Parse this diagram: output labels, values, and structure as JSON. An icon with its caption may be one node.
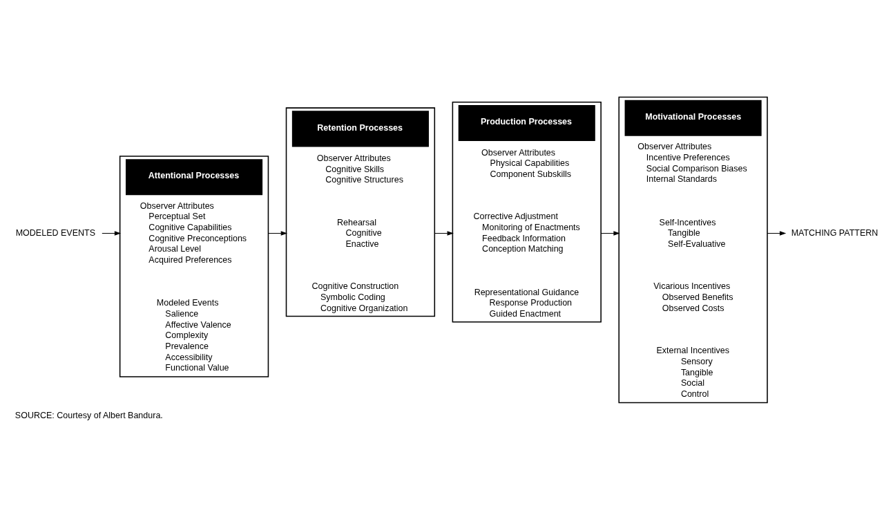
{
  "diagram": {
    "caption": "SOURCE: Courtesy of Albert Bandura.",
    "nodes": [
      {
        "text": [
          "MODELED EVENTS"
        ]
      },
      {
        "text": [
          "Attentional Processes"
        ]
      },
      {
        "text": [
          "Modeled Events",
          "Salience",
          "Affective Valence",
          "Complexity",
          "Prevalence",
          "Accessibility",
          "Functional Value"
        ],
        "in": 1
      },
      {
        "text": [
          "Observer Attributes",
          "Perceptual Set",
          "Cognitive Capabilities",
          "Cognitive Preconceptions",
          "Arousal Level",
          "Acquired Preferences"
        ],
        "in": 1
      },
      {
        "text": [
          "Retention Processes"
        ]
      },
      {
        "text": [
          "Cognitive Construction",
          "Symbolic Coding",
          "Cognitive Organization"
        ],
        "in": 4
      },
      {
        "text": [
          "Rehearsal",
          "Cognitive",
          "Enactive"
        ],
        "in": 4
      },
      {
        "text": [
          "Observer Attributes",
          "Cognitive Skills",
          "Cognitive Structures"
        ],
        "in": 4
      },
      {
        "text": [
          "Production Processes"
        ]
      },
      {
        "text": [
          "Representational Guidance",
          "Response Production",
          "Guided Enactment"
        ],
        "in": 8
      },
      {
        "text": [
          "Corrective Adjustment",
          "Monitoring of Enactments",
          "Feedback Information",
          "Conception Matching"
        ],
        "in": 8
      },
      {
        "text": [
          "Observer Attributes",
          "Physical Capabilities",
          "Component Subskills"
        ],
        "in": 8
      },
      {
        "text": [
          "Motivational Processes"
        ]
      },
      {
        "text": [
          "External Incentives",
          "Sensory",
          "Tangible",
          "Social",
          "Control"
        ],
        "in": 12
      },
      {
        "text": [
          "Vicarious Incentives",
          "Observed Benefits",
          "Observed Costs"
        ],
        "in": 12
      },
      {
        "text": [
          "Self-Incentives",
          "Tangible",
          "Self-Evaluative"
        ],
        "in": 12
      },
      {
        "text": [
          "Observer Attributes",
          "Incentive Preferences",
          "Social Comparison Biases",
          "Internal Standards"
        ],
        "in": 12
      },
      {
        "text": [
          "MATCHING PATTERN"
        ]
      }
    ],
    "edges": [
      {
        "from": 0,
        "to": 1,
        "arrow": "to"
      },
      {
        "from": 1,
        "to": 4,
        "arrow": "to"
      },
      {
        "from": 4,
        "to": 8,
        "arrow": "to"
      },
      {
        "from": 8,
        "to": 12,
        "arrow": "to"
      },
      {
        "from": 12,
        "to": 17,
        "arrow": "to"
      }
    ]
  }
}
